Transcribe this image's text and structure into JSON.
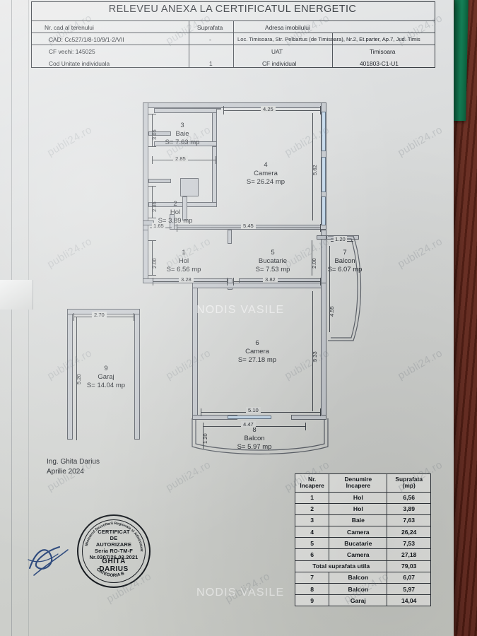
{
  "document": {
    "title": "RELEVEU ANEXA LA CERTIFICATUL ENERGETIC"
  },
  "header_table": {
    "labels": {
      "nr_cad": "Nr. cad al terenului",
      "suprafata": "Suprafata",
      "adresa": "Adresa imobilului",
      "cad_value": "CAD: Cc527/1/8-10/9/1-2/VII",
      "suprafata_value": "-",
      "adresa_value": "Loc. Timisoara, Str. Pelbartus (de Timisoara), Nr.2, Et.parter, Ap.7, Jud. Timis",
      "cf_vechi": "CF vechi: 145025",
      "uat_label": "UAT",
      "uat_value": "Timisoara",
      "cod_unitate": "Cod Unitate individuala",
      "cod_unitate_value": "1",
      "cf_individual_label": "CF individual",
      "cf_individual_value": "401803-C1-U1"
    }
  },
  "rooms": [
    {
      "num": "3",
      "name": "Baie",
      "area": "S= 7.63 mp"
    },
    {
      "num": "4",
      "name": "Camera",
      "area": "S= 26.24 mp"
    },
    {
      "num": "2",
      "name": "Hol",
      "area": "S= 3.89 mp"
    },
    {
      "num": "1",
      "name": "Hol",
      "area": "S= 6.56 mp"
    },
    {
      "num": "5",
      "name": "Bucatarie",
      "area": "S= 7.53 mp"
    },
    {
      "num": "7",
      "name": "Balcon",
      "area": "S= 6.07 mp"
    },
    {
      "num": "6",
      "name": "Camera",
      "area": "S= 27.18 mp"
    },
    {
      "num": "8",
      "name": "Balcon",
      "area": "S= 5.97 mp"
    },
    {
      "num": "9",
      "name": "Garaj",
      "area": "S= 14.04 mp"
    }
  ],
  "dimensions": {
    "top_camera4": "4.25",
    "baie_left": "3.05",
    "baie_width": "2.85",
    "hol2_left": "2.36",
    "hol2_width": "1.65",
    "camera4_right": "5.62",
    "mid_span": "5.45",
    "hol1_left": "2.00",
    "hol1_width": "3.28",
    "bucatarie_width": "3.82",
    "balcon7_top": "1.20",
    "balcon7_left": "2.00",
    "balcon7_height": "4.55",
    "camera6_right": "5.33",
    "camera6_bottom": "5.10",
    "balcon8_width": "4.47",
    "balcon8_left": "1.20",
    "garaj_width": "2.70",
    "garaj_height": "5.20"
  },
  "summary_table": {
    "headers": [
      "Nr.\nIncapere",
      "Denumire\nIncapere",
      "Suprafata\n(mp)"
    ],
    "header_nr_l1": "Nr.",
    "header_nr_l2": "Incapere",
    "header_nm_l1": "Denumire",
    "header_nm_l2": "Incapere",
    "header_sf_l1": "Suprafata",
    "header_sf_l2": "(mp)",
    "rows": [
      {
        "nr": "1",
        "name": "Hol",
        "area": "6,56"
      },
      {
        "nr": "2",
        "name": "Hol",
        "area": "3,89"
      },
      {
        "nr": "3",
        "name": "Baie",
        "area": "7,63"
      },
      {
        "nr": "4",
        "name": "Camera",
        "area": "26,24"
      },
      {
        "nr": "5",
        "name": "Bucatarie",
        "area": "7,53"
      },
      {
        "nr": "6",
        "name": "Camera",
        "area": "27,18"
      }
    ],
    "total_label": "Total  suprafata  utila",
    "total_value": "79,03",
    "extra_rows": [
      {
        "nr": "7",
        "name": "Balcon",
        "area": "6,07"
      },
      {
        "nr": "8",
        "name": "Balcon",
        "area": "5,97"
      },
      {
        "nr": "9",
        "name": "Garaj",
        "area": "14,04"
      }
    ]
  },
  "signature_block": {
    "engineer": "Ing. Ghita Darius",
    "date": "Aprilie 2024"
  },
  "stamp": {
    "line1": "CERTIFICAT",
    "line2": "DE",
    "line3": "AUTORIZARE",
    "line4": "Seria RO-TM-F",
    "line5": "Nr.0307/26.02.2021",
    "name1": "GHITĂ",
    "name2": "DARIUS",
    "arc_top": "Ministerul Dezvoltarii Regionale si Administratiei Publice",
    "arc_bottom": "CATEGORIA  B"
  },
  "watermarks": {
    "primary": "NODIS VASILE",
    "secondary": "publi24.ro"
  },
  "colors": {
    "paper": "#d8dad9",
    "ink": "#20242a",
    "wall": "#c4c8cd",
    "window": "#bfd6ea",
    "green_strip": "#12764f",
    "wood": "#5b2116"
  }
}
